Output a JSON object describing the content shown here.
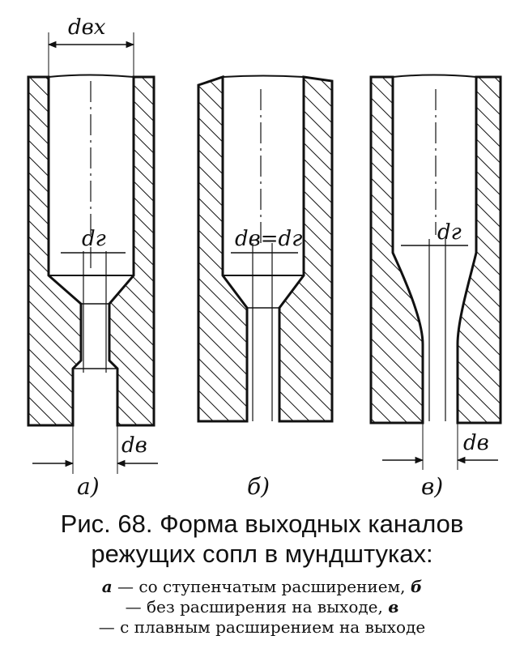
{
  "labels": {
    "d_in": "dвх",
    "d_g": "dг",
    "d_v": "dв",
    "d_v_eq_d_g": "dв=dг"
  },
  "sub_labels": {
    "a": "а)",
    "b": "б)",
    "v": "в)"
  },
  "caption": {
    "title_line1": "Рис. 68. Форма выходных каналов",
    "title_line2": "режущих сопл в мундштуках:",
    "legend": [
      {
        "key": "а",
        "text": "— со ступенчатым расширением,"
      },
      {
        "key": "б",
        "text": "— без расширения на выходе,"
      },
      {
        "key": "в",
        "text": "— с плавным расширением на выходе"
      }
    ]
  }
}
